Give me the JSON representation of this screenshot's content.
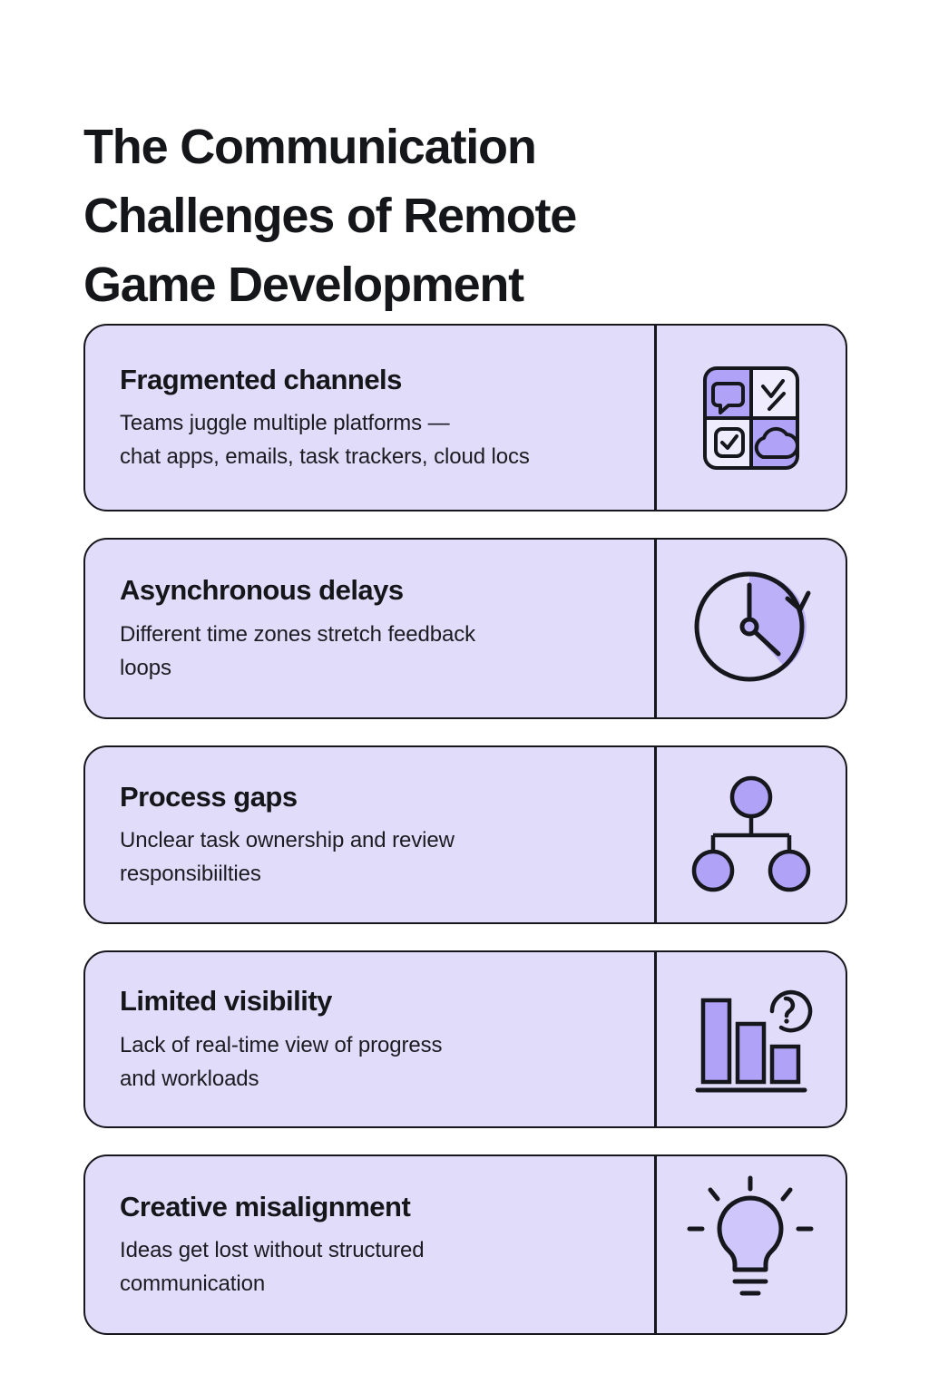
{
  "page": {
    "title": "The Communication\nChallenges of Remote\nGame Development",
    "background_color": "#ffffff"
  },
  "colors": {
    "card_background": "#e2dcfb",
    "card_border": "#16171c",
    "icon_fill_medium": "#b0a2f6",
    "icon_fill_light": "#cfc7fb",
    "icon_fill_pale": "#efecfe",
    "text_primary": "#15161a",
    "text_body": "#1b1c21"
  },
  "cards": [
    {
      "heading": "Fragmented channels",
      "body": "Teams juggle multiple platforms —\nchat apps, emails, task trackers, cloud locs",
      "icon": "quad-grid-apps-icon"
    },
    {
      "heading": "Asynchronous delays",
      "body": "Different time zones stretch feedback\nloops",
      "icon": "clock-delay-icon"
    },
    {
      "heading": "Process gaps",
      "body": "Unclear task ownership and review\nresponsibiilties",
      "icon": "org-chart-icon"
    },
    {
      "heading": "Limited visibility",
      "body": "Lack of real-time view of progress\nand workloads",
      "icon": "bar-chart-question-icon"
    },
    {
      "heading": "Creative misalignment",
      "body": "Ideas get lost without structured\ncommunication",
      "icon": "lightbulb-idea-icon"
    }
  ]
}
